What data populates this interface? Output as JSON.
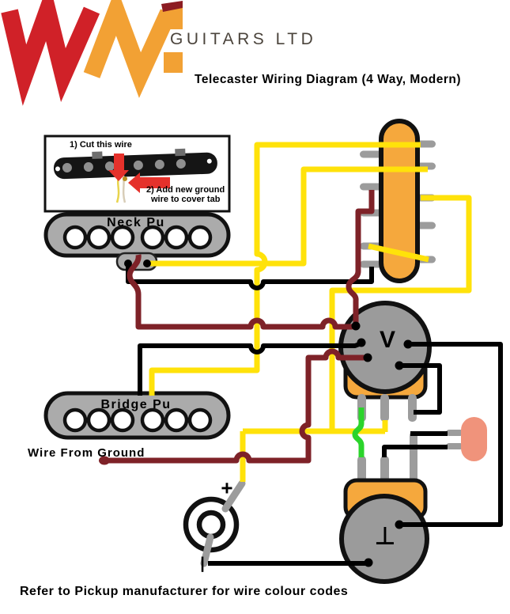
{
  "header": {
    "company": "GUITARS LTD",
    "title": "Telecaster Wiring Diagram (4 Way, Modern)"
  },
  "inset": {
    "step1": "1) Cut this wire",
    "step2_line1": "2) Add new ground",
    "step2_line2": "wire to cover tab"
  },
  "labels": {
    "neck_pickup": "Neck Pu",
    "bridge_pickup": "Bridge Pu",
    "ground_wire": "Wire From Ground",
    "volume": "V",
    "tone_ground_symbol": "⊥",
    "jack_positive": "+",
    "jack_negative": "|",
    "footer_note": "Refer to Pickup manufacturer for wire colour codes"
  },
  "colors": {
    "logo_red": "#D02128",
    "logo_orange": "#F2A134",
    "wire_hot_yellow": "#FFE20A",
    "wire_ground_maroon": "#7E2228",
    "wire_green": "#2BD42B",
    "wire_black": "#000000",
    "component_gray": "#9B9B9B",
    "pickup_gray": "#ABABAB",
    "lug_gray": "#9C9C9C",
    "switch_orange": "#F5A83D",
    "capacitor_salmon": "#F0937B",
    "arrow_red": "#E5312B"
  }
}
